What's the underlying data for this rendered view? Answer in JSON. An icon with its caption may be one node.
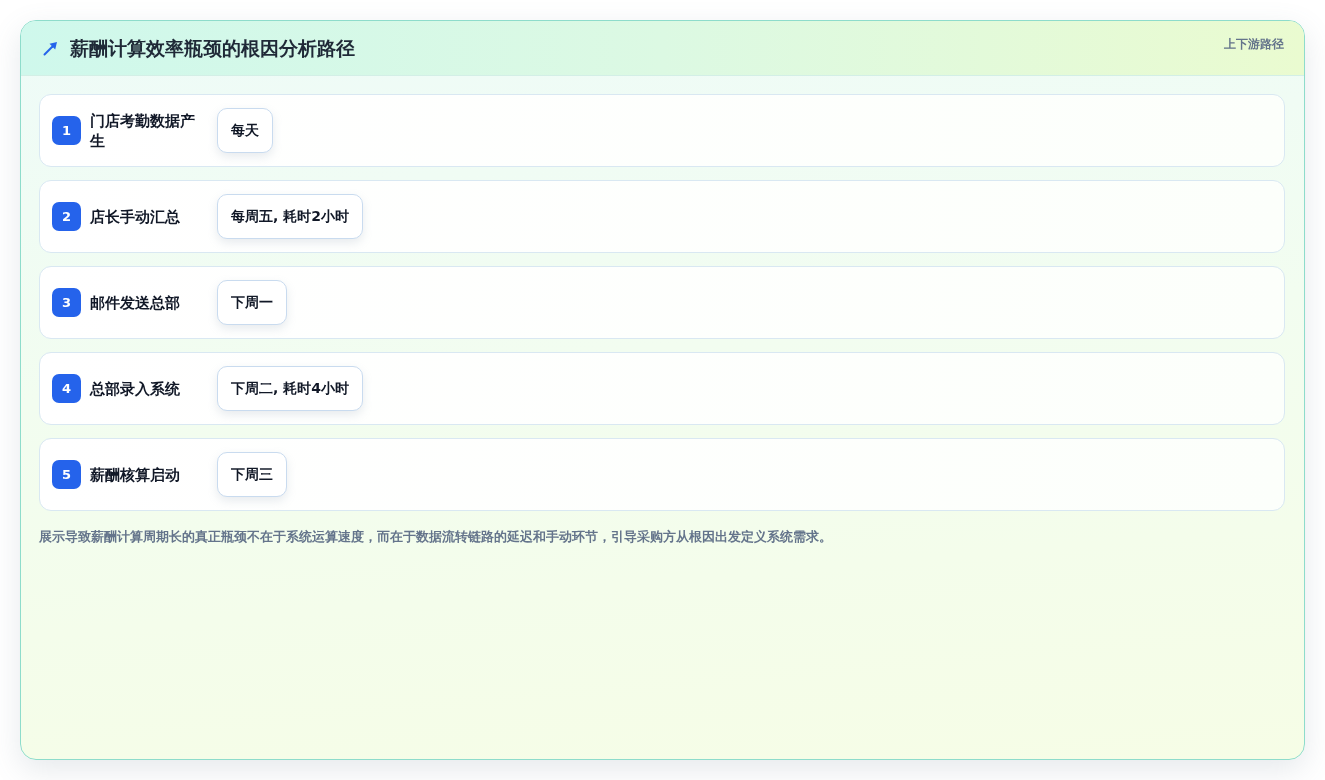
{
  "diagram": {
    "title": "薪酬计算效率瓶颈的根因分析路径",
    "nodes": [
      {
        "text": [
          "门店考勤数据产生"
        ]
      },
      {
        "text": [
          "1"
        ],
        "in": 0
      },
      {
        "text": [
          "每天"
        ],
        "in": 0
      },
      {
        "text": [
          "店长手动汇总"
        ]
      },
      {
        "text": [
          "2"
        ],
        "in": 3
      },
      {
        "text": [
          "每周五, 耗时2小时"
        ],
        "in": 3
      },
      {
        "text": [
          "邮件发送总部"
        ]
      },
      {
        "text": [
          "3"
        ],
        "in": 6
      },
      {
        "text": [
          "下周一"
        ],
        "in": 6
      },
      {
        "text": [
          "总部录入系统"
        ]
      },
      {
        "text": [
          "4"
        ],
        "in": 9
      },
      {
        "text": [
          "下周二, 耗时4小时"
        ],
        "in": 9
      },
      {
        "text": [
          "薪酬核算启动"
        ]
      },
      {
        "text": [
          "5"
        ],
        "in": 12
      },
      {
        "text": [
          "下周三"
        ],
        "in": 12
      }
    ],
    "labels": [
      "上下游路径"
    ],
    "caption": "展示导致薪酬计算周期长的真正瓶颈不在于系统运算速度，而在于数据流转链路的延迟和手动环节，引导采购方从根因出发定义系统需求。"
  }
}
